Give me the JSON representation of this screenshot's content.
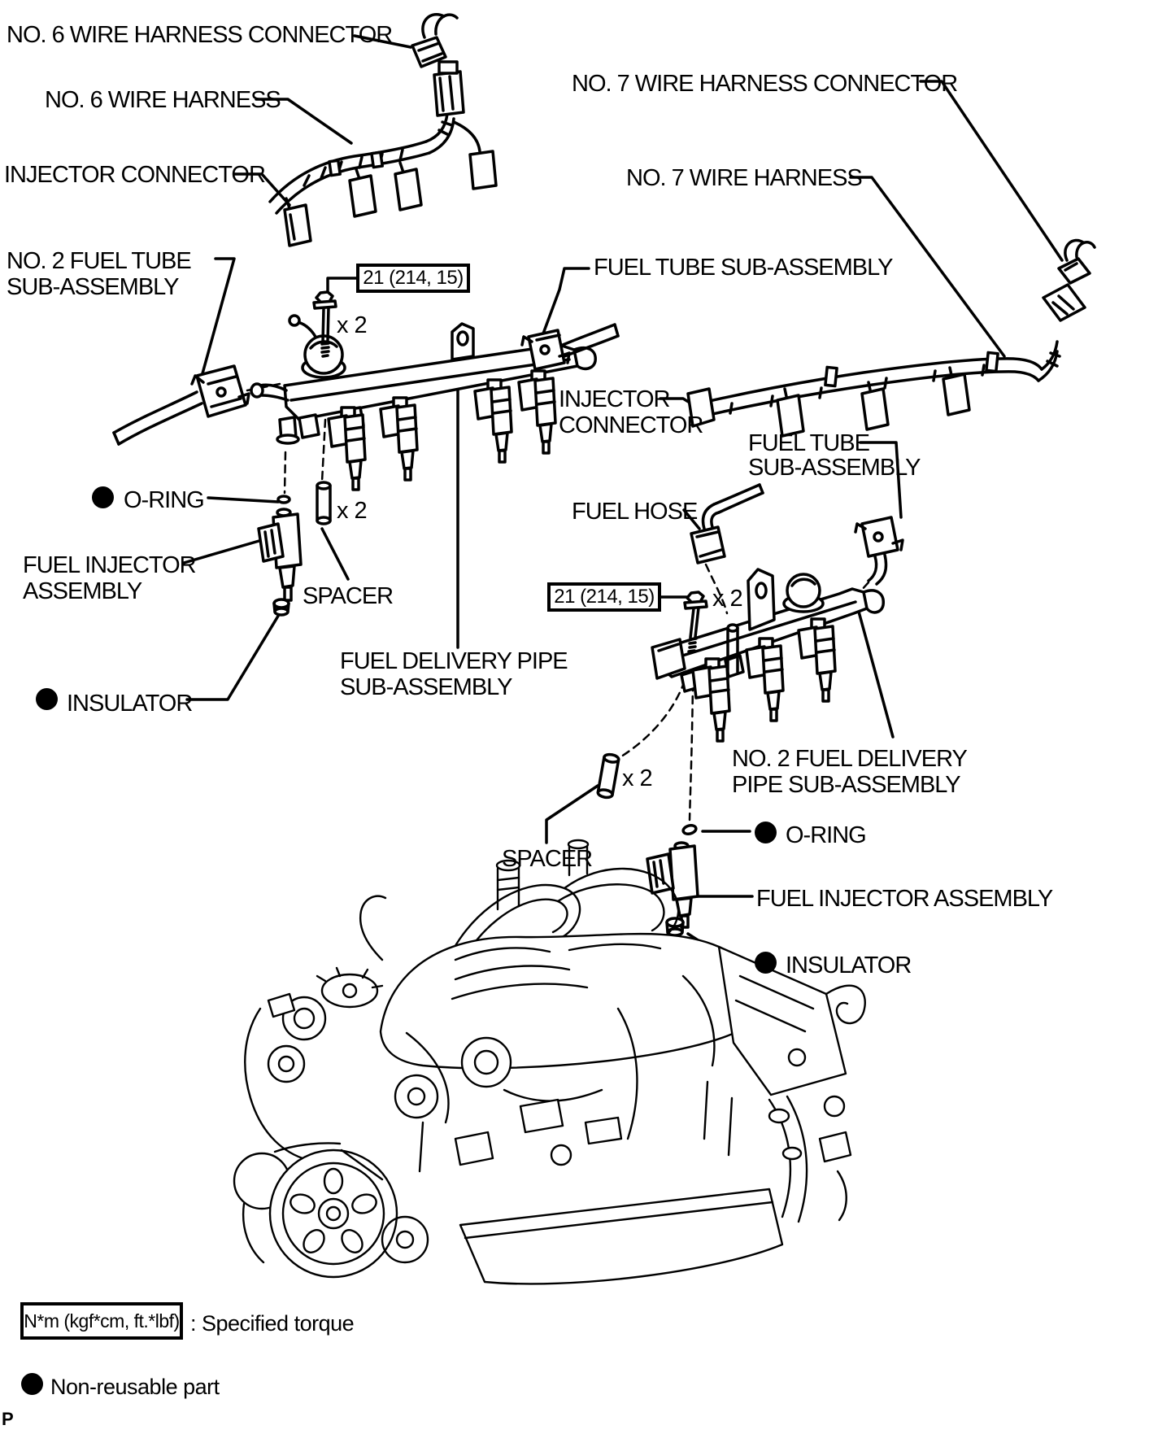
{
  "diagram": {
    "ink": "#000000",
    "bg": "#ffffff",
    "callouts": {
      "no6_wire_harness_connector": "NO. 6 WIRE HARNESS CONNECTOR",
      "no6_wire_harness": "NO. 6 WIRE HARNESS",
      "injector_connector_left": "INJECTOR CONNECTOR",
      "no2_fuel_tube": {
        "line1": "NO. 2 FUEL TUBE",
        "line2": "SUB-ASSEMBLY"
      },
      "fuel_tube_sub_assembly_left": "FUEL TUBE SUB-ASSEMBLY",
      "no7_wire_harness_connector": "NO. 7 WIRE HARNESS CONNECTOR",
      "no7_wire_harness": "NO. 7 WIRE HARNESS",
      "o_ring_left": "O-RING",
      "fuel_injector_assembly_left": {
        "line1": "FUEL INJECTOR",
        "line2": "ASSEMBLY"
      },
      "spacer_left": "SPACER",
      "insulator_left": "INSULATOR",
      "fuel_delivery_pipe": {
        "line1": "FUEL DELIVERY PIPE",
        "line2": "SUB-ASSEMBLY"
      },
      "injector_connector_right": {
        "line1": "INJECTOR",
        "line2": "CONNECTOR"
      },
      "fuel_tube_sub_assembly_right": {
        "line1": "FUEL TUBE",
        "line2": "SUB-ASSEMBLY"
      },
      "fuel_hose": "FUEL HOSE",
      "no2_fuel_delivery_pipe": {
        "line1": "NO. 2 FUEL DELIVERY",
        "line2": "PIPE SUB-ASSEMBLY"
      },
      "spacer_right": "SPACER",
      "o_ring_right": "O-RING",
      "fuel_injector_assembly_right": "FUEL INJECTOR ASSEMBLY",
      "insulator_right": "INSULATOR"
    },
    "torque_specs": {
      "left": "21 (214, 15)",
      "right": "21 (214, 15)"
    },
    "quantities": {
      "bolt_left": "x 2",
      "spacer_left": "x 2",
      "bolt_right": "x 2",
      "spacer_right": "x 2"
    },
    "legend": {
      "torque_units": "N*m (kgf*cm, ft.*lbf)",
      "torque_caption": ": Specified torque",
      "nonreusable_caption": "Non-reusable part"
    },
    "page_marker": "P"
  }
}
